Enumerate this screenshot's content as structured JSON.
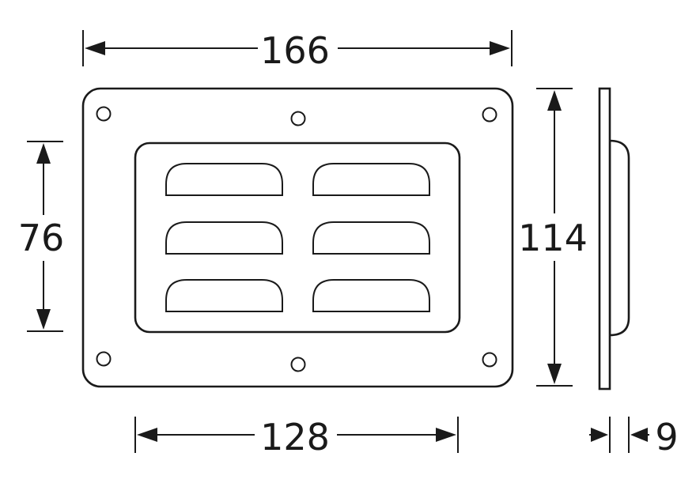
{
  "drawing": {
    "dimensions": {
      "overall_width": "166",
      "opening_width": "128",
      "overall_height": "114",
      "opening_height": "76",
      "depth": "9"
    },
    "parts": {
      "mounting_holes": 6,
      "louver_slots": 6
    },
    "colors": {
      "line": "#1a1a1a",
      "background": "#ffffff"
    }
  }
}
